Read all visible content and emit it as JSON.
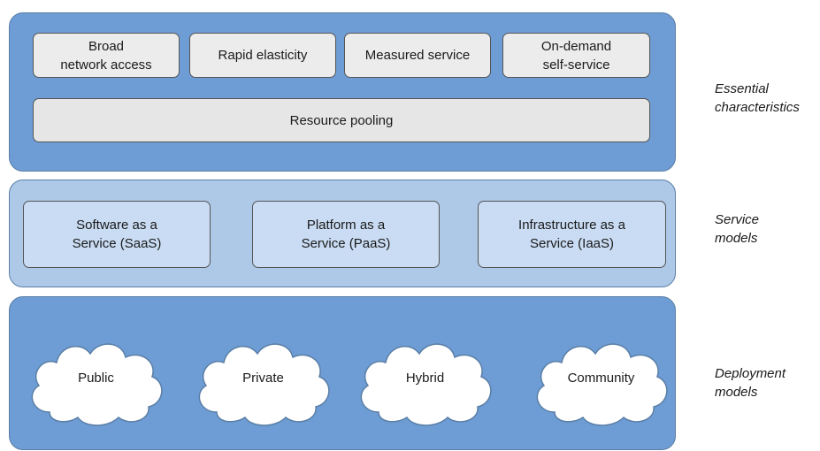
{
  "layers": {
    "essential": {
      "label": "Essential\ncharacteristics",
      "items": [
        "Broad\nnetwork access",
        "Rapid elasticity",
        "Measured service",
        "On-demand\nself-service"
      ],
      "pooling": "Resource pooling"
    },
    "service": {
      "label": "Service\nmodels",
      "items": [
        "Software as a\nService (SaaS)",
        "Platform as a\nService (PaaS)",
        "Infrastructure as a\nService (IaaS)"
      ]
    },
    "deployment": {
      "label": "Deployment\nmodels",
      "items": [
        "Public",
        "Private",
        "Hybrid",
        "Community"
      ]
    }
  },
  "colors": {
    "layer_dark": "#6e9cd4",
    "layer_light": "#aec8e8",
    "box_gray": "#ececec",
    "box_blue": "#c9dcf3",
    "cloud_fill": "#ffffff"
  }
}
